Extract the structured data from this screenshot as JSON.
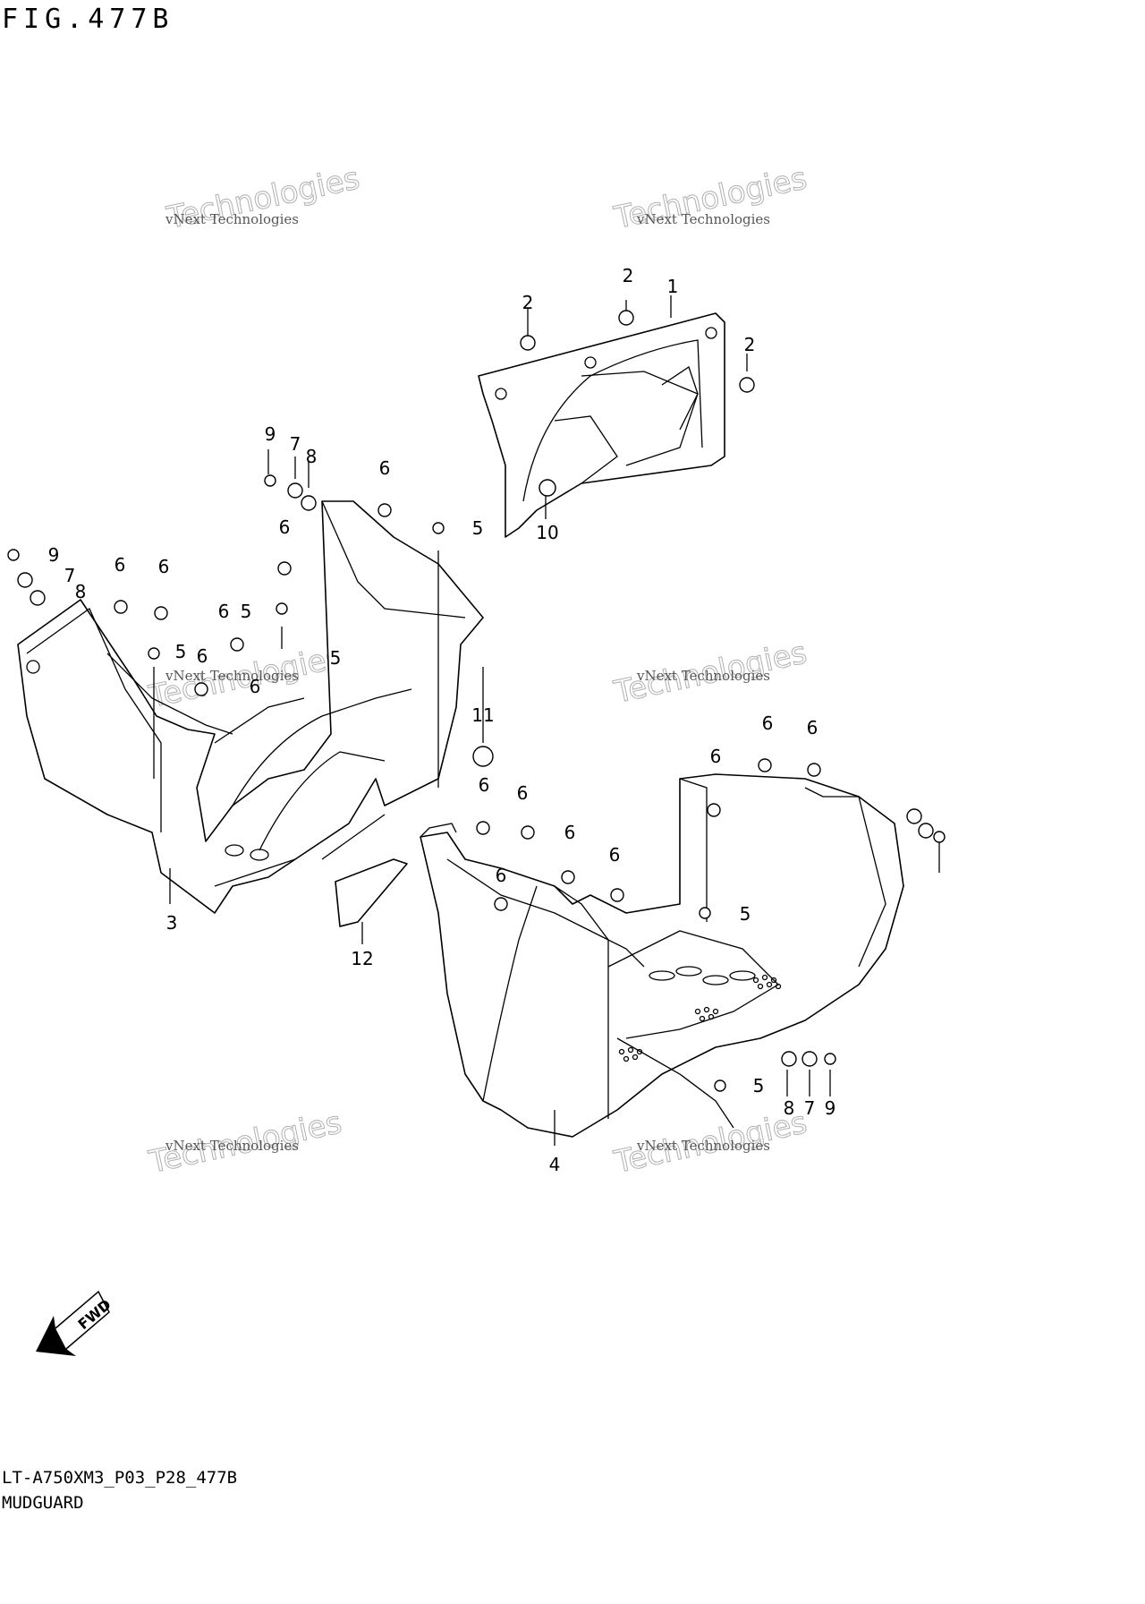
{
  "figure": {
    "title": "FIG.477B",
    "code": "LT-A750XM3_P03_P28_477B",
    "name": "MUDGUARD"
  },
  "watermark": {
    "line1": "vNext Technologies",
    "line2": "Technologies",
    "line3": "vNext"
  },
  "fwd_arrow_label": "FWD",
  "callouts": [
    "1",
    "2",
    "2",
    "2",
    "3",
    "4",
    "5",
    "5",
    "5",
    "5",
    "5",
    "5",
    "6",
    "6",
    "6",
    "6",
    "6",
    "6",
    "6",
    "6",
    "6",
    "6",
    "6",
    "6",
    "6",
    "6",
    "6",
    "7",
    "7",
    "7",
    "8",
    "8",
    "8",
    "9",
    "9",
    "9",
    "10",
    "11",
    "12"
  ]
}
